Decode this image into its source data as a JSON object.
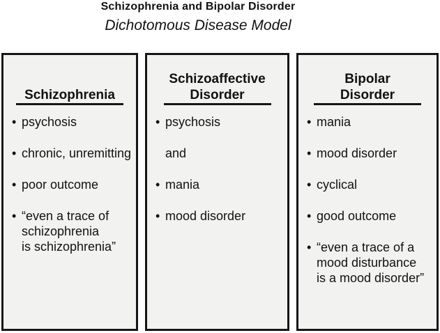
{
  "page": {
    "title": "Schizophrenia and Bipolar Disorder",
    "subtitle": "Dichotomous Disease Model"
  },
  "colors": {
    "background": "#ffffff",
    "box_fill": "#f2f2f0",
    "box_border": "#161616",
    "text": "#111111"
  },
  "boxes": [
    {
      "heading": "Schizophrenia",
      "items": [
        {
          "bullet": "•",
          "text": "psychosis"
        },
        {
          "bullet": "•",
          "text": "chronic, unremitting"
        },
        {
          "bullet": "•",
          "text": "poor outcome"
        },
        {
          "bullet": "•",
          "text": "“even a trace of\nschizophrenia\nis schizophrenia”"
        }
      ]
    },
    {
      "heading": "Schizoaffective\nDisorder",
      "items": [
        {
          "bullet": "•",
          "text": "psychosis"
        },
        {
          "bullet": "",
          "text": "and"
        },
        {
          "bullet": "•",
          "text": "mania"
        },
        {
          "bullet": "•",
          "text": "mood disorder"
        }
      ]
    },
    {
      "heading": "Bipolar\nDisorder",
      "items": [
        {
          "bullet": "•",
          "text": "mania"
        },
        {
          "bullet": "•",
          "text": "mood disorder"
        },
        {
          "bullet": "•",
          "text": "cyclical"
        },
        {
          "bullet": "•",
          "text": "good outcome"
        },
        {
          "bullet": "•",
          "text": "“even a trace of a\nmood disturbance\nis a mood disorder”"
        }
      ]
    }
  ]
}
